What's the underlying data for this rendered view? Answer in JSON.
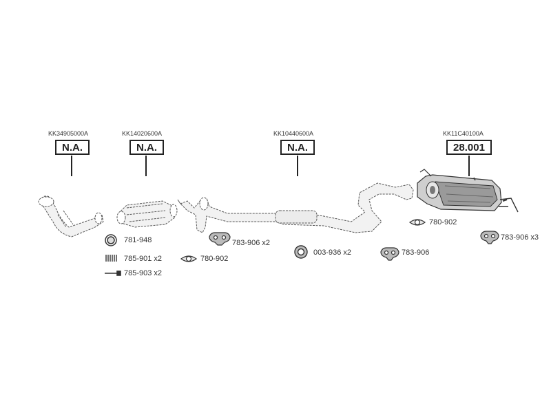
{
  "assemblies": [
    {
      "code": "KK34905000A",
      "status": "N.A."
    },
    {
      "code": "KK14020600A",
      "status": "N.A."
    },
    {
      "code": "KK10440600A",
      "status": "N.A."
    },
    {
      "code": "KK11C40100A",
      "status": "28.001"
    }
  ],
  "parts": [
    {
      "label": "781-948",
      "icon": "ring-gasket-icon"
    },
    {
      "label": "785-901 x2",
      "icon": "spring-icon"
    },
    {
      "label": "785-903 x2",
      "icon": "bolt-icon"
    },
    {
      "label": "780-902",
      "icon": "flange-gasket-icon"
    },
    {
      "label": "783-906 x2",
      "icon": "rubber-hanger-icon"
    },
    {
      "label": "003-936 x2",
      "icon": "ring-clamp-icon"
    },
    {
      "label": "783-906",
      "icon": "rubber-hanger-icon"
    },
    {
      "label": "780-902",
      "icon": "flange-gasket-icon"
    },
    {
      "label": "783-906 x3",
      "icon": "rubber-hanger-icon"
    }
  ],
  "colors": {
    "line": "#222222",
    "pipe_stroke": "#555555",
    "fill": "#eeeeee"
  }
}
